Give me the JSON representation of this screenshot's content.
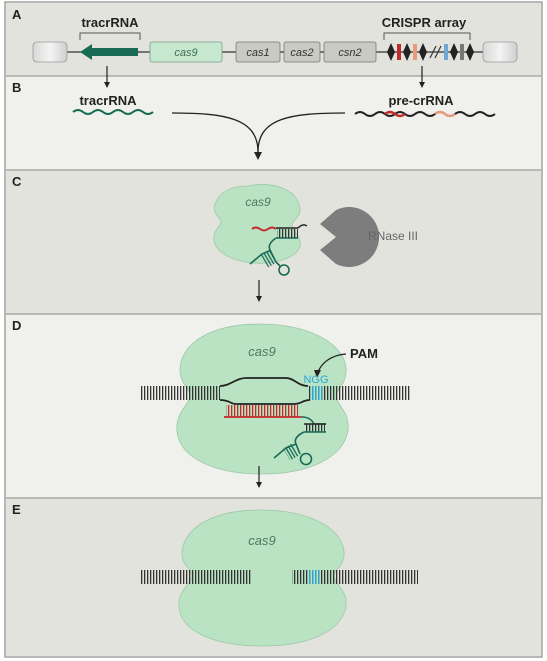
{
  "panels": [
    {
      "letter": "A"
    },
    {
      "letter": "B"
    },
    {
      "letter": "C"
    },
    {
      "letter": "D"
    },
    {
      "letter": "E"
    }
  ],
  "locus": {
    "tracr_label": "tracrRNA",
    "array_label": "CRISPR array",
    "genes": [
      "cas9",
      "cas1",
      "cas2",
      "csn2"
    ]
  },
  "panel_b": {
    "tracr_label": "tracrRNA",
    "precr_label": "pre-crRNA"
  },
  "panel_c": {
    "protein_label": "cas9",
    "rnase_label": "RNase III"
  },
  "panel_d": {
    "protein_label": "cas9",
    "pam_label": "PAM",
    "ngg_label": "NGG"
  },
  "panel_e": {
    "protein_label": "cas9"
  },
  "colors": {
    "tracr": "#1a6b56",
    "crrna_red": "#c32a2a",
    "repeat_salmon": "#e79a7c",
    "spacer_blue": "#6fa8d6",
    "pam_blue": "#2aa6d8",
    "protein_green": "#b9e3c3",
    "rnase_gray": "#7d7d7d",
    "panel_light": "#f0f0ed",
    "panel_dark": "#e3e3dd"
  }
}
